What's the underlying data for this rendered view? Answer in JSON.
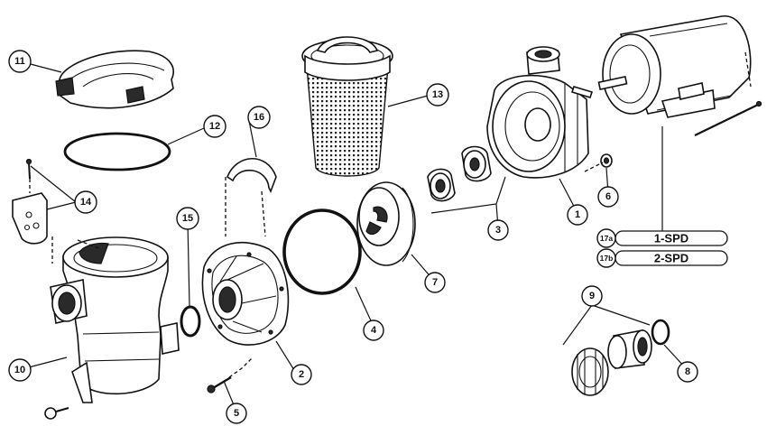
{
  "callouts": [
    {
      "id": "1",
      "label": "1"
    },
    {
      "id": "2",
      "label": "2"
    },
    {
      "id": "3",
      "label": "3"
    },
    {
      "id": "4",
      "label": "4"
    },
    {
      "id": "5",
      "label": "5"
    },
    {
      "id": "6",
      "label": "6"
    },
    {
      "id": "7",
      "label": "7"
    },
    {
      "id": "8",
      "label": "8"
    },
    {
      "id": "9",
      "label": "9"
    },
    {
      "id": "10",
      "label": "10"
    },
    {
      "id": "11",
      "label": "11"
    },
    {
      "id": "12",
      "label": "12"
    },
    {
      "id": "13",
      "label": "13"
    },
    {
      "id": "14",
      "label": "14"
    },
    {
      "id": "15",
      "label": "15"
    },
    {
      "id": "16",
      "label": "16"
    }
  ],
  "motor_options": [
    {
      "tag": "17a",
      "text": "1-SPD"
    },
    {
      "tag": "17b",
      "text": "2-SPD"
    }
  ],
  "colors": {
    "line": "#111111",
    "background": "#ffffff"
  }
}
